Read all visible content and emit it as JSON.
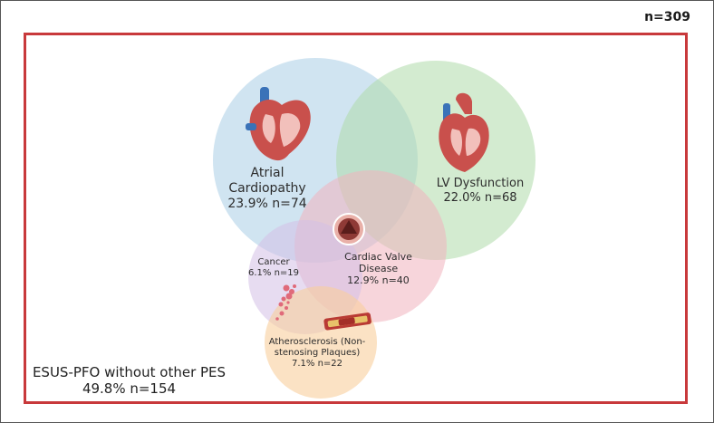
{
  "total": "n=309",
  "colors": {
    "border": "#c8393b",
    "atrial": "#a9cde6",
    "lv": "#aedba9",
    "valve": "#f0b3bd",
    "cancer": "#d3c0e6",
    "athero": "#f8cf9c"
  },
  "circles": {
    "atrial": {
      "name": "Atrial",
      "name2": "Cardiopathy",
      "stat": "23.9% n=74",
      "icon": "heart-cross-section-icon"
    },
    "lv": {
      "name": "LV Dysfunction",
      "stat": "22.0% n=68",
      "icon": "heart-icon"
    },
    "valve": {
      "name": "Cardiac Valve",
      "name2": "Disease",
      "stat": "12.9% n=40",
      "icon": "valve-icon"
    },
    "cancer": {
      "name": "Cancer",
      "stat": "6.1% n=19",
      "icon": "cancer-cells-icon"
    },
    "athero": {
      "name": "Atherosclerosis (Non-",
      "name2": "stenosing Plaques)",
      "stat": "7.1% n=22",
      "icon": "artery-plaque-icon"
    }
  },
  "esus": {
    "name": "ESUS-PFO without other PES",
    "stat": "49.8% n=154"
  }
}
